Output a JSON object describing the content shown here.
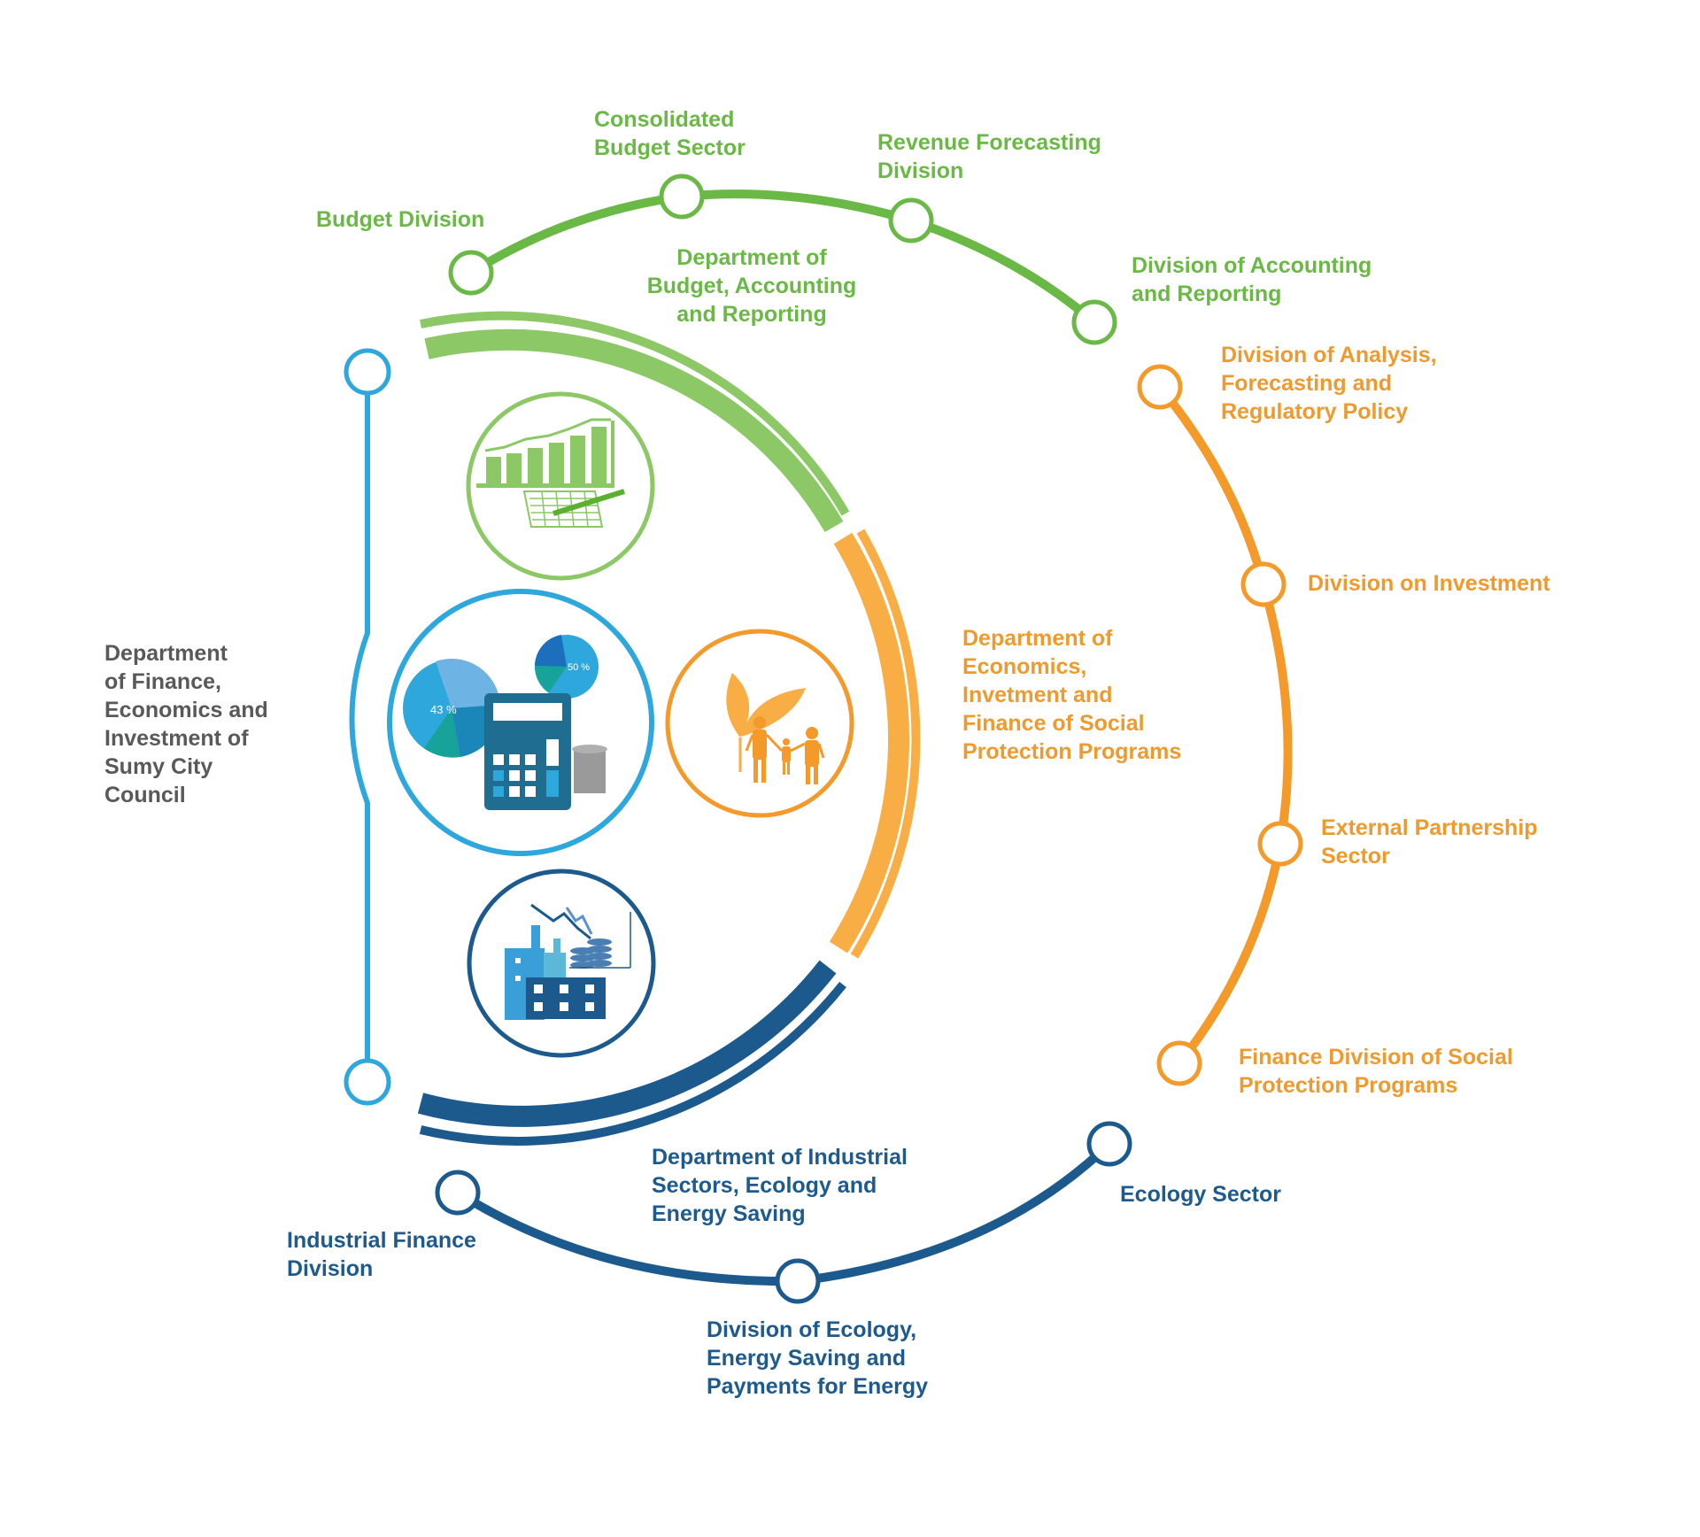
{
  "colors": {
    "green": "#6ab845",
    "green_light": "#8cc866",
    "orange": "#f39a2b",
    "orange_light": "#f8ae45",
    "light_blue": "#2ea7dc",
    "dark_blue": "#1c5a8e",
    "gray_text": "#595959"
  },
  "root": {
    "label": "Department\nof Finance,\nEconomics and\nInvestment of\nSumy City\nCouncil"
  },
  "departments": [
    {
      "id": "budget",
      "label": "Department of\nBudget, Accounting\nand Reporting",
      "icon": "chart-document-icon",
      "units": [
        {
          "label": "Budget Division"
        },
        {
          "label": "Consolidated\nBudget Sector"
        },
        {
          "label": "Revenue Forecasting\nDivision"
        },
        {
          "label": "Division of Accounting\nand Reporting"
        }
      ]
    },
    {
      "id": "economics",
      "label": "Department of\nEconomics,\nInvetment and\nFinance of Social\nProtection Programs",
      "icon": "family-plant-icon",
      "units": [
        {
          "label": "Division of Analysis,\nForecasting and\nRegulatory Policy"
        },
        {
          "label": "Division on Investment"
        },
        {
          "label": "External Partnership\nSector"
        },
        {
          "label": "Finance Division of Social\nProtection Programs"
        }
      ]
    },
    {
      "id": "industrial",
      "label": "Department of Industrial\nSectors, Ecology and\nEnergy Saving",
      "icon": "factory-growth-icon",
      "units": [
        {
          "label": "Industrial Finance\nDivision"
        },
        {
          "label": "Division of Ecology,\nEnergy Saving and\nPayments for Energy"
        },
        {
          "label": "Ecology Sector"
        }
      ]
    }
  ],
  "central_icon": {
    "name": "calculator-pie-chart-icon",
    "pie_labels": [
      "43 %",
      "50 %"
    ]
  }
}
